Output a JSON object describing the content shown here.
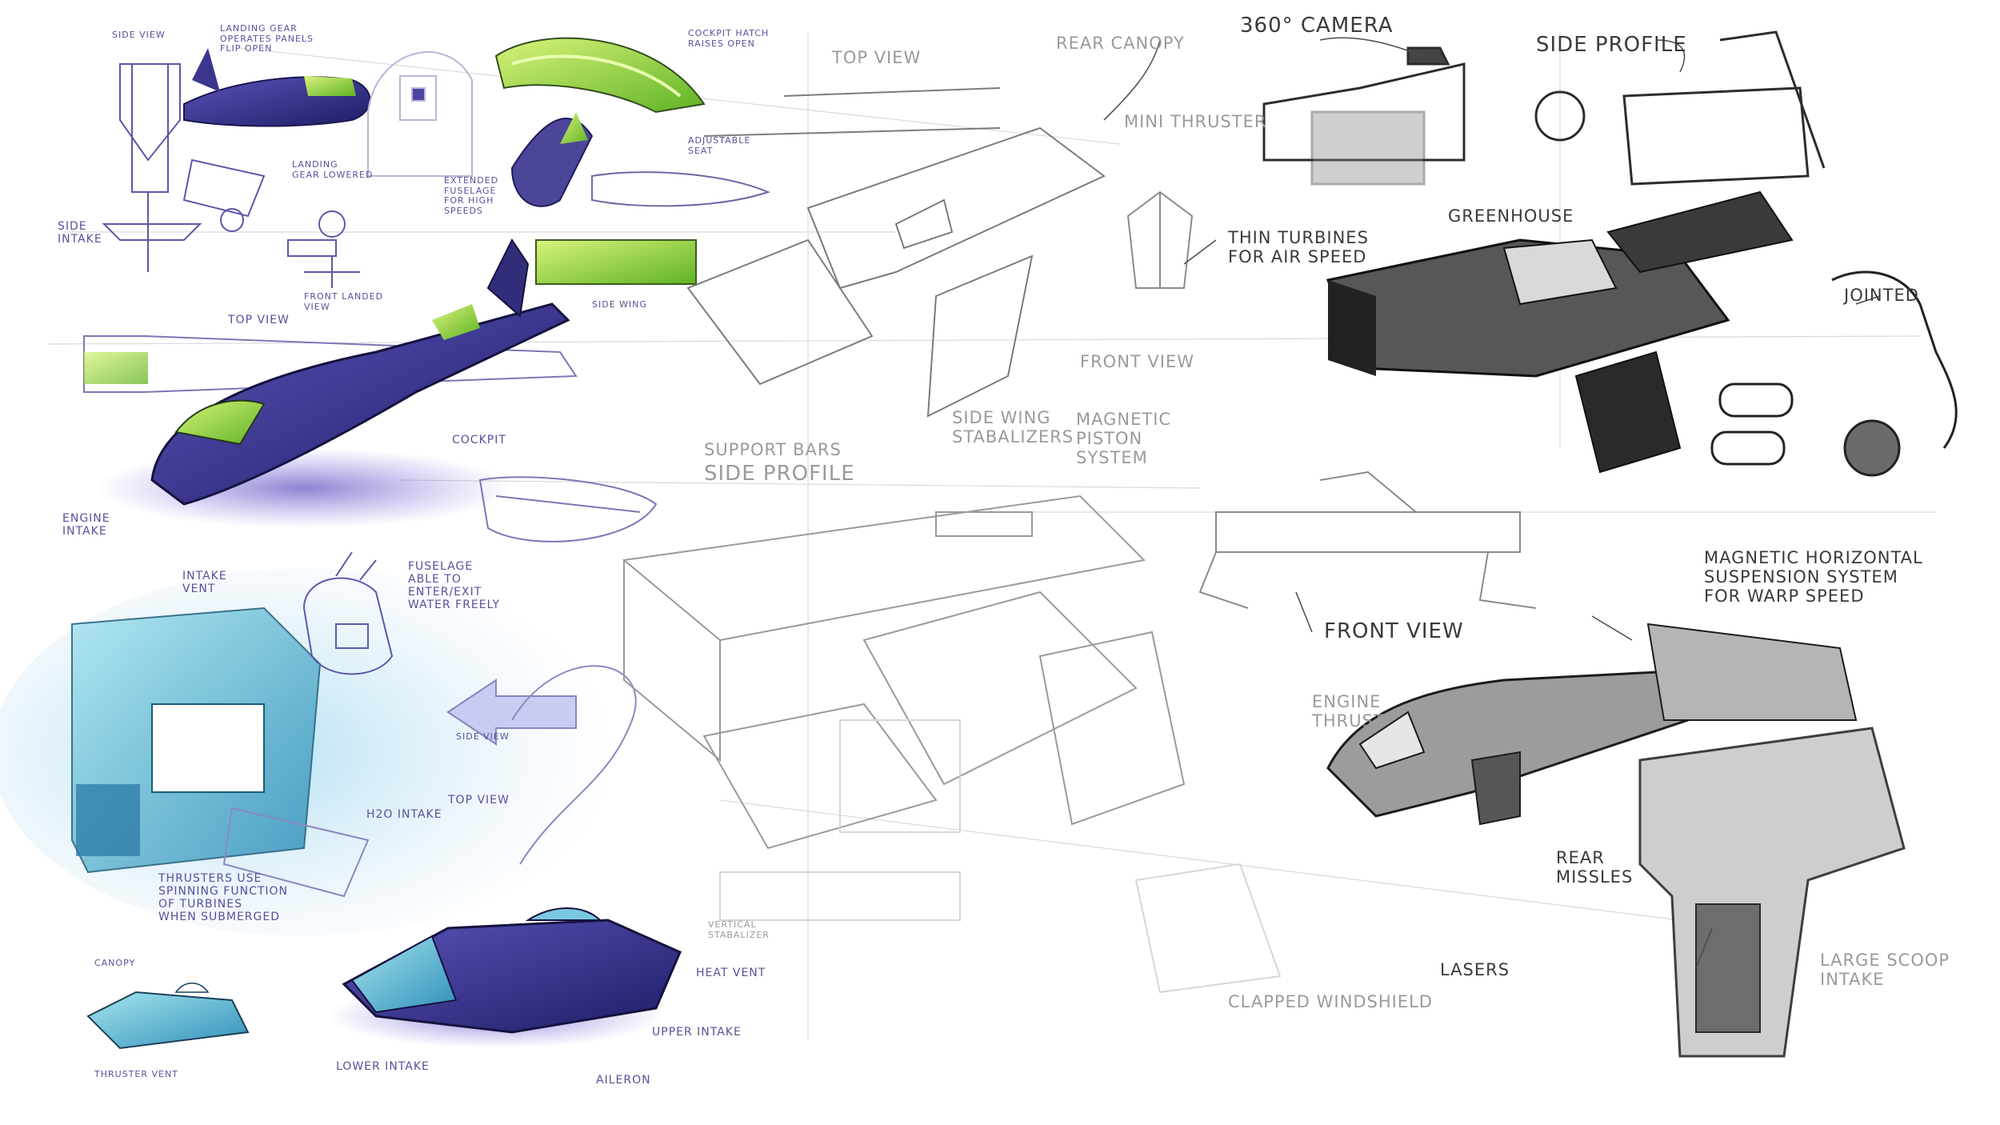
{
  "annotations": {
    "side_view_small": "SIDE VIEW",
    "landing_gear_note": "LANDING GEAR\nOPERATES PANELS\nFLIP OPEN",
    "cockpit_hatch": "COCKPIT HATCH\nRAISES OPEN",
    "landing_gear_lowered": "LANDING\nGEAR LOWERED",
    "extended_fuselage": "EXTENDED\nFUSELAGE\nFOR HIGH\nSPEEDS",
    "adjustable_seat": "ADJUSTABLE\nSEAT",
    "side_intake": "SIDE\nINTAKE",
    "front_landed_view": "FRONT LANDED\nVIEW",
    "top_view_1": "TOP VIEW",
    "side_profile_wing": "SIDE WING",
    "cockpit": "COCKPIT",
    "engine_intake": "ENGINE\nINTAKE",
    "intake_vent": "INTAKE\nVENT",
    "fuselage_note": "FUSELAGE\nABLE TO\nENTER/EXIT\nWATER FREELY",
    "side_view_2": "SIDE VIEW",
    "h2o_intake": "H2O INTAKE",
    "top_view_2": "TOP VIEW",
    "thrusters_note": "THRUSTERS USE\nSPINNING FUNCTION\nOF TURBINES\nWHEN SUBMERGED",
    "canopy": "CANOPY",
    "thruster_vent": "THRUSTER VENT",
    "lower_intake": "LOWER INTAKE",
    "aileron": "AILERON",
    "upper_intake": "UPPER INTAKE",
    "heat_vent": "HEAT VENT",
    "vertical_stabalizer": "VERTICAL\nSTABALIZER",
    "top_view_faint": "TOP VIEW",
    "rear_canopy": "REAR CANOPY",
    "mini_thruster": "MINI THRUSTER",
    "front_view_1": "FRONT VIEW",
    "side_wing_stabalizers": "SIDE WING\nSTABALIZERS",
    "magnetic_piston": "MAGNETIC\nPISTON\nSYSTEM",
    "support_bars": "SUPPORT BARS",
    "side_profile_1": "SIDE PROFILE",
    "camera_360": "360° CAMERA",
    "side_profile_2": "SIDE PROFILE",
    "greenhouse": "GREENHOUSE",
    "thin_turbines": "THIN TURBINES\nFOR AIR SPEED",
    "jointed": "JOINTED",
    "magnetic_horizontal": "MAGNETIC HORIZONTAL\nSUSPENSION SYSTEM\nFOR WARP SPEED",
    "front_view_2": "FRONT VIEW",
    "engine_thrust": "ENGINE\nTHRUST",
    "rear_missles": "REAR\nMISSLES",
    "lasers": "LASERS",
    "large_scoop": "LARGE SCOOP\nINTAKE",
    "clapped_windshield": "CLAPPED WINDSHIELD"
  },
  "colors": {
    "purple_ink": "#3d3a8c",
    "green_marker": "#8ed63a",
    "cyan_marker": "#4fc2d9",
    "graphite": "#5c5c5c"
  }
}
